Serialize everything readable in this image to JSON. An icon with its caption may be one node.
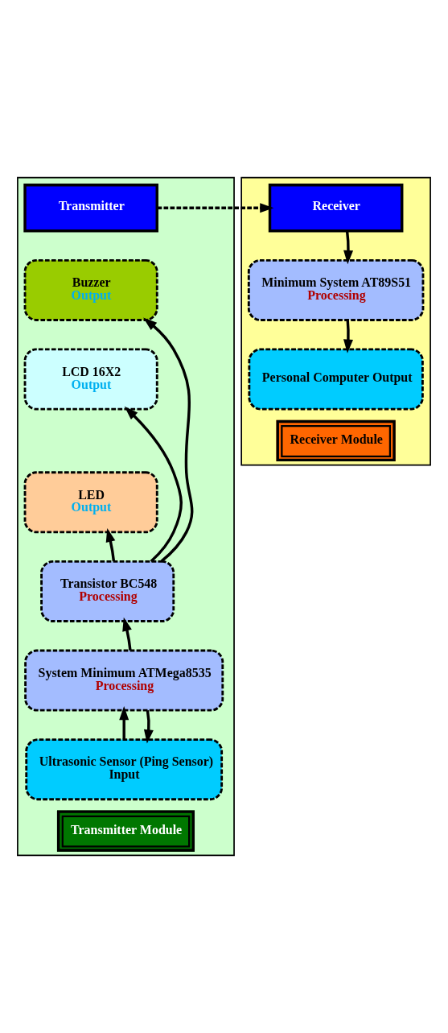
{
  "diagram": {
    "nodes": [
      {
        "text": [
          "Transmitter Module"
        ]
      },
      {
        "text": [
          "Transmitter"
        ],
        "in": 0
      },
      {
        "text": [
          "Buzzer",
          "Output"
        ],
        "in": 0
      },
      {
        "text": [
          "LCD 16X2",
          "Output"
        ],
        "in": 0
      },
      {
        "text": [
          "LED",
          "Output"
        ],
        "in": 0
      },
      {
        "text": [
          "Transistor BC548",
          "Processing"
        ],
        "in": 0
      },
      {
        "text": [
          "System Minimum ATMega8535",
          "Processing"
        ],
        "in": 0
      },
      {
        "text": [
          "Ultrasonic Sensor (Ping Sensor)",
          "Input"
        ],
        "in": 0
      },
      {
        "text": [
          "Receiver Module"
        ]
      },
      {
        "text": [
          "Receiver"
        ],
        "in": 8
      },
      {
        "text": [
          "Minimum System AT89S51",
          "Processing"
        ],
        "in": 8
      },
      {
        "text": [
          "Personal Computer Output"
        ],
        "in": 8
      }
    ],
    "edges": [
      {
        "from": 1,
        "to": 9,
        "arrow": "to",
        "style": "dashed"
      },
      {
        "from": 9,
        "to": 10,
        "arrow": "to"
      },
      {
        "from": 10,
        "to": 11,
        "arrow": "to"
      },
      {
        "from": 5,
        "to": 2,
        "arrow": "to"
      },
      {
        "from": 5,
        "to": 3,
        "arrow": "to"
      },
      {
        "from": 5,
        "to": 4,
        "arrow": "to"
      },
      {
        "from": 6,
        "to": 5,
        "arrow": "to"
      },
      {
        "from": 7,
        "to": 6,
        "arrow": "to"
      },
      {
        "from": 6,
        "to": 7,
        "arrow": "to"
      }
    ]
  }
}
